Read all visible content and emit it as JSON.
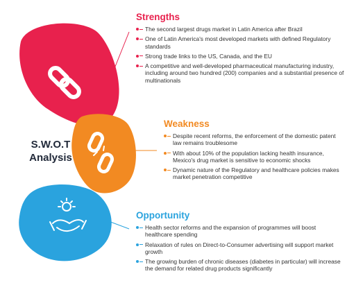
{
  "diagram": {
    "title_line1": "S.W.O.T",
    "title_line2": "Analysis",
    "colors": {
      "strengths": "#e8214d",
      "weakness": "#f28a22",
      "opportunity": "#2aa3de",
      "title": "#222a3a"
    },
    "icons": [
      "chain-link-icon",
      "broken-chain-icon",
      "handshake-sun-icon"
    ]
  },
  "strengths": {
    "heading": "Strengths",
    "items": [
      "The second largest drugs market in Latin America after Brazil",
      "One of Latin America's most developed markets with defined Regulatory standards",
      "Strong trade links to the US, Canada, and the EU",
      "A competitive and well-developed pharmaceutical manufacturing industry, including around two hundred (200) companies and a substantial presence of multinationals"
    ]
  },
  "weakness": {
    "heading": "Weakness",
    "items": [
      "Despite recent reforms, the enforcement of the domestic patent law remains troublesome",
      "With about 10% of the population lacking health insurance, Mexico's drug market is sensitive to economic shocks",
      "Dynamic nature of the Regulatory and healthcare policies makes market penetration competitive"
    ]
  },
  "opportunity": {
    "heading": "Opportunity",
    "items": [
      "Health sector reforms and the expansion of programmes will boost healthcare spending",
      "Relaxation of rules on Direct-to-Consumer advertising will support market growth",
      "The growing burden of chronic diseases (diabetes in particular) will increase the demand for related drug products significantly"
    ]
  }
}
